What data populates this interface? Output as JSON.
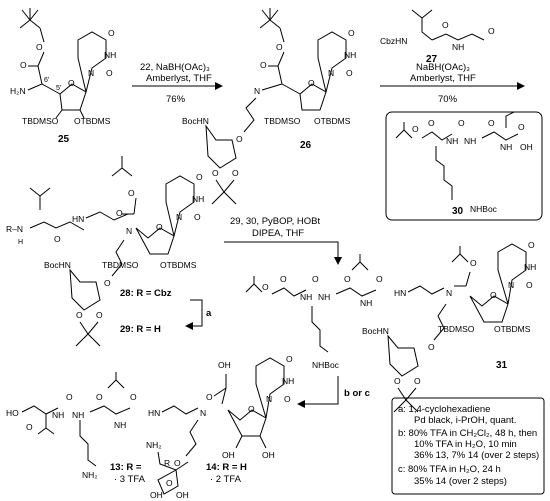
{
  "compounds": {
    "c25": "25",
    "c26": "26",
    "c27": "27",
    "c30": "30",
    "c31": "31",
    "c28_label": "28: R = Cbz",
    "c29_label": "29: R = H",
    "c13_label": "13: R =",
    "c13_salt": "· 3 TFA",
    "c14_label": "14: R = H",
    "c14_salt": "· 2 TFA"
  },
  "reactions": {
    "step1": {
      "line1": "22, NaBH(OAc)₃",
      "line2": "Amberlyst, THF",
      "yield": "76%"
    },
    "step2": {
      "line1": "NaBH(OAc)₃",
      "line2": "Amberlyst, THF",
      "yield": "70%"
    },
    "step3": {
      "line1": "29, 30, PyBOP, HOBt",
      "line2": "DIPEA, THF"
    },
    "step_a": "a",
    "step_bc": "b or c"
  },
  "atoms": {
    "o": "O",
    "oh": "OH",
    "nh": "NH",
    "hn": "HN",
    "n": "N",
    "h2n": "H₂N",
    "nh2": "NH₂",
    "tbdmso": "TBDMSO",
    "otbdms": "OTBDMS",
    "bochn": "BocHN",
    "nhboc": "NHBoc",
    "cbzhn": "CbzHN",
    "r_nh": "R–N",
    "h": "H",
    "r_o": "R",
    "c6": "6'",
    "c5": "5'",
    "ho": "HO"
  },
  "legend": {
    "a": [
      "a:  1,4-cyclohexadiene",
      "Pd black, i-PrOH, quant."
    ],
    "b": [
      "b:  80% TFA in CH₂Cl₂, 48 h, then",
      "10% TFA in H₂O, 10 min",
      "36% 13, 7% 14 (over 2 steps)"
    ],
    "c": [
      "c:  80% TFA in H₂O, 24 h",
      "35% 14 (over 2 steps)"
    ]
  }
}
